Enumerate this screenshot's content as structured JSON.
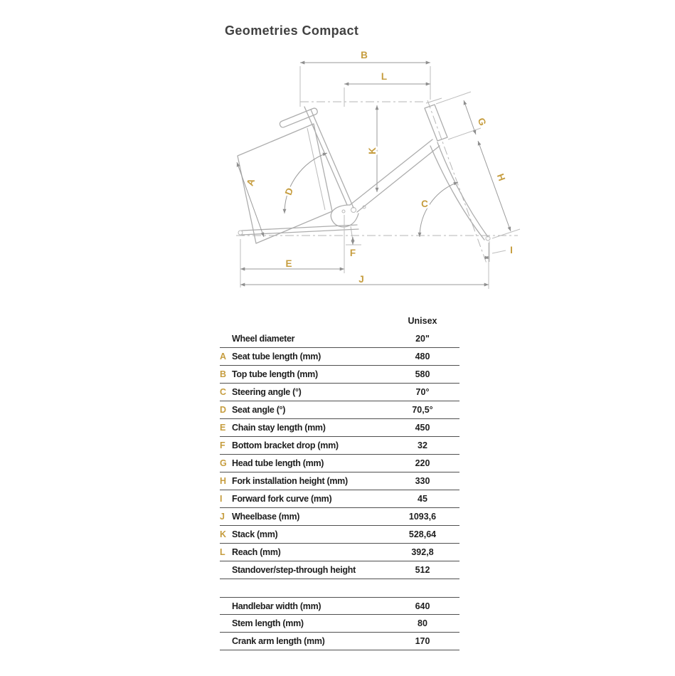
{
  "page": {
    "title": "Geometries Compact"
  },
  "colors": {
    "accent": "#C69D3F",
    "line_gray": "#adadad",
    "text": "#1e1e1e"
  },
  "diagram": {
    "labels": {
      "A": "A",
      "B": "B",
      "C": "C",
      "D": "D",
      "E": "E",
      "F": "F",
      "G": "G",
      "H": "H",
      "I": "I",
      "J": "J",
      "K": "K",
      "L": "L"
    }
  },
  "table": {
    "unit_header": "Unisex",
    "rows": [
      {
        "letter": "",
        "label": "Wheel diameter",
        "value": "20\""
      },
      {
        "letter": "A",
        "label": "Seat tube length (mm)",
        "value": "480"
      },
      {
        "letter": "B",
        "label": "Top tube length (mm)",
        "value": "580"
      },
      {
        "letter": "C",
        "label": "Steering angle (°)",
        "value": "70°"
      },
      {
        "letter": "D",
        "label": "Seat angle (°)",
        "value": "70,5°"
      },
      {
        "letter": "E",
        "label": "Chain stay length (mm)",
        "value": "450"
      },
      {
        "letter": "F",
        "label": "Bottom bracket drop (mm)",
        "value": "32"
      },
      {
        "letter": "G",
        "label": "Head tube length (mm)",
        "value": "220"
      },
      {
        "letter": "H",
        "label": "Fork installation height (mm)",
        "value": "330"
      },
      {
        "letter": "I",
        "label": "Forward fork curve (mm)",
        "value": "45"
      },
      {
        "letter": "J",
        "label": "Wheelbase (mm)",
        "value": "1093,6"
      },
      {
        "letter": "K",
        "label": "Stack (mm)",
        "value": "528,64"
      },
      {
        "letter": "L",
        "label": "Reach (mm)",
        "value": "392,8"
      },
      {
        "letter": "",
        "label": "Standover/step-through height",
        "value": "512"
      }
    ],
    "extra_rows": [
      {
        "letter": "",
        "label": "Handlebar width (mm)",
        "value": "640"
      },
      {
        "letter": "",
        "label": "Stem length (mm)",
        "value": "80"
      },
      {
        "letter": "",
        "label": "Crank arm length (mm)",
        "value": "170"
      }
    ]
  }
}
